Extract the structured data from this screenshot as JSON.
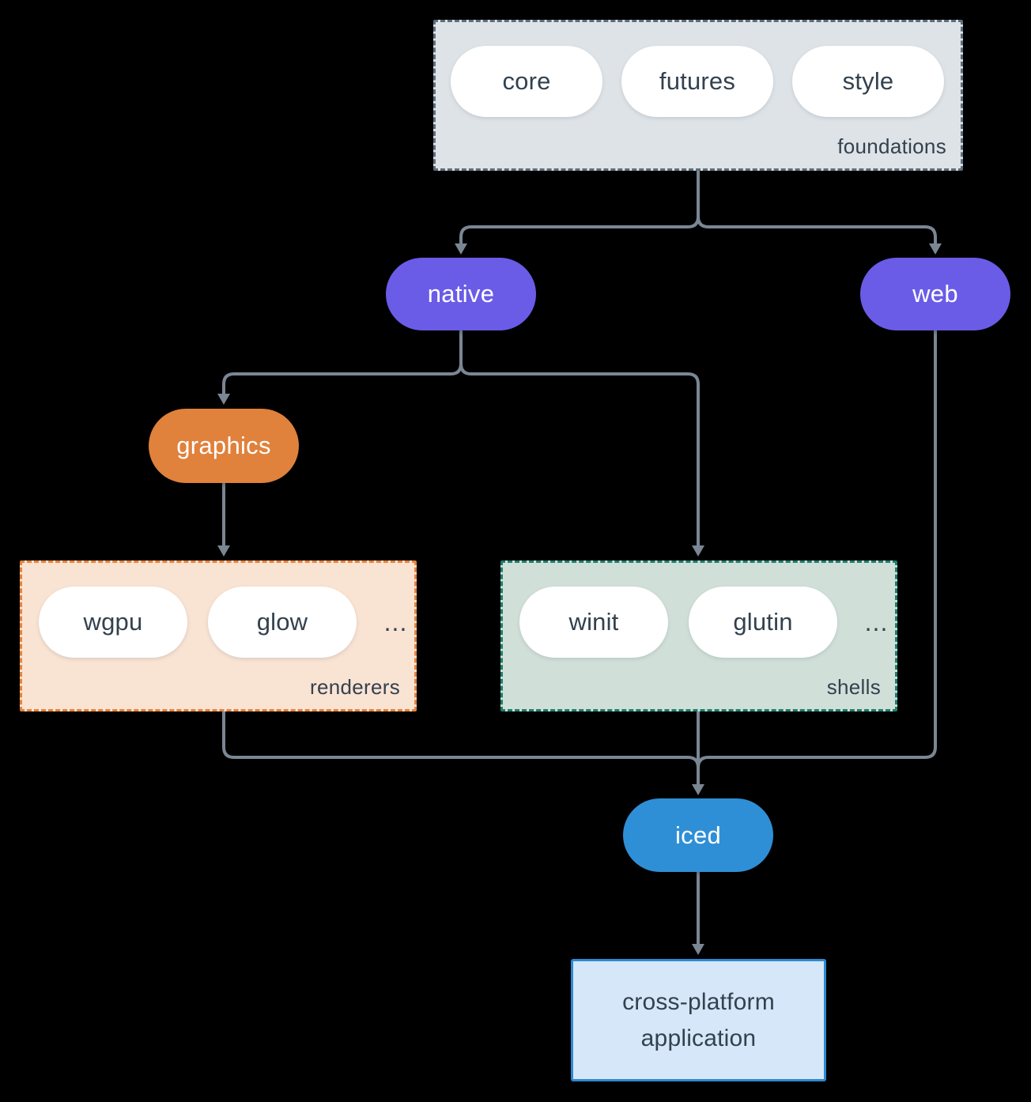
{
  "diagram": {
    "groups": {
      "foundations": {
        "label": "foundations",
        "items": [
          "core",
          "futures",
          "style"
        ]
      },
      "renderers": {
        "label": "renderers",
        "items": [
          "wgpu",
          "glow"
        ],
        "ellipsis": "..."
      },
      "shells": {
        "label": "shells",
        "items": [
          "winit",
          "glutin"
        ],
        "ellipsis": "..."
      }
    },
    "nodes": {
      "native": "native",
      "web": "web",
      "graphics": "graphics",
      "iced": "iced",
      "app": {
        "lines": [
          "cross-platform",
          "application"
        ]
      }
    },
    "colors": {
      "background": "#000000",
      "connector": "#7A8694",
      "purple_pill": "#6A5CE7",
      "orange_pill": "#E0813C",
      "blue_pill": "#2E8FD6",
      "white_pill": "#FFFFFF",
      "dark_text": "#33414E",
      "foundations_fill": "#DEE3E7",
      "foundations_border": "#5E6D7C",
      "renderers_fill": "#F9E3D3",
      "renderers_border": "#E8823A",
      "shells_fill": "#D1DFD9",
      "shells_border": "#1E7E6B",
      "app_fill": "#D5E7F8",
      "app_border": "#2E89D2"
    }
  }
}
